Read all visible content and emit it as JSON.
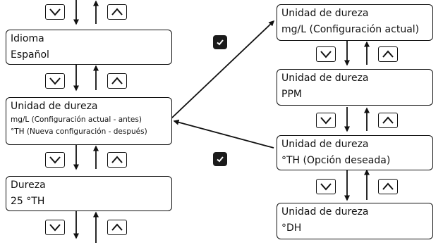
{
  "left_column": {
    "screen_language": {
      "line1": "Idioma",
      "line2": "Español"
    },
    "screen_unit_current": {
      "line1": "Unidad de dureza",
      "line2": "mg/L (Configuración actual - antes)",
      "line3": "°TH (Nueva configuración - después)"
    },
    "screen_hardness": {
      "line1": "Dureza",
      "line2": "25 °TH"
    }
  },
  "right_column": {
    "screen_option_mgl": {
      "line1": "Unidad de dureza",
      "line2": "mg/L (Configuración actual)"
    },
    "screen_option_ppm": {
      "line1": "Unidad de dureza",
      "line2": "PPM"
    },
    "screen_option_th": {
      "line1": "Unidad de dureza",
      "line2": "°TH (Opción deseada)"
    },
    "screen_option_dh": {
      "line1": "Unidad de dureza",
      "line2": "°DH"
    }
  },
  "icons": {
    "down_button": "chevron-down-icon",
    "up_button": "chevron-up-icon",
    "confirm": "check-icon"
  },
  "colors": {
    "line": "#111111",
    "check_bg": "#1b1b1b",
    "check_mark": "#ffffff"
  }
}
